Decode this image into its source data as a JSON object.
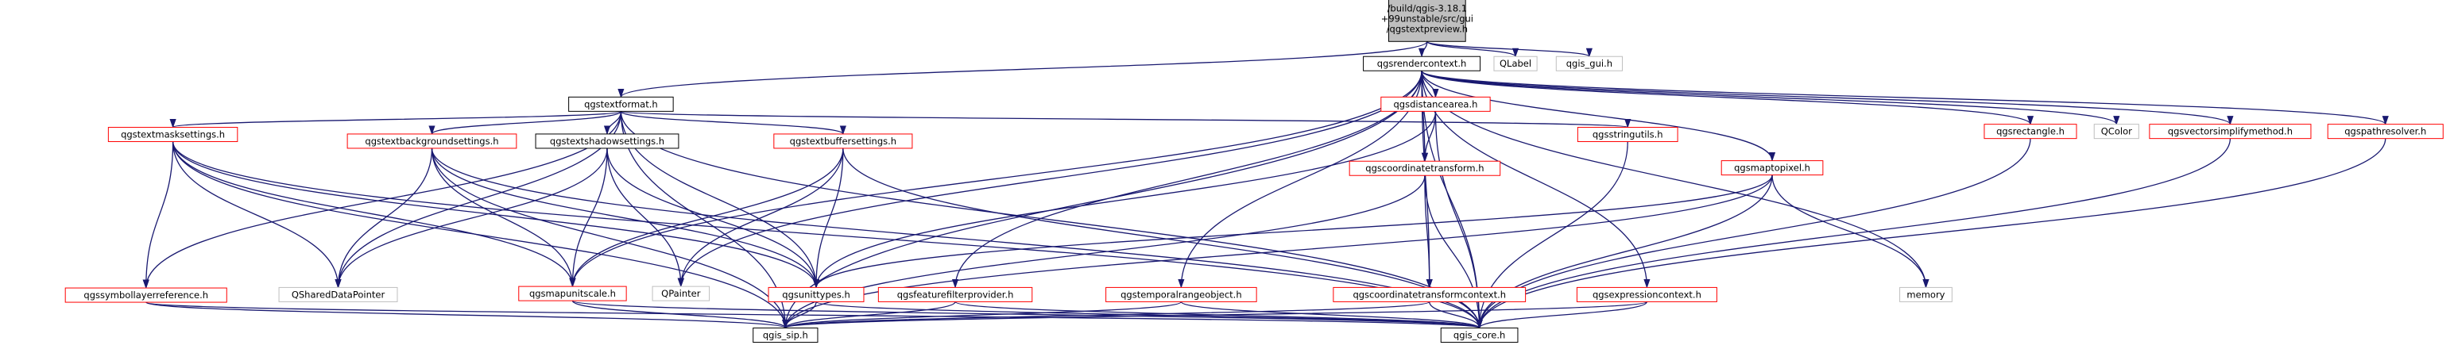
{
  "graph": {
    "root": {
      "id": "root",
      "lines": [
        "/build/qgis-3.18.1",
        "+99unstable/src/gui",
        "/qgstextpreview.h"
      ],
      "style": "root"
    },
    "nodes": [
      {
        "id": "qgsrendercontext",
        "label": "qgsrendercontext.h",
        "style": "black"
      },
      {
        "id": "QLabel",
        "label": "QLabel",
        "style": "gray"
      },
      {
        "id": "qgis_gui",
        "label": "qgis_gui.h",
        "style": "gray"
      },
      {
        "id": "qgstextformat",
        "label": "qgstextformat.h",
        "style": "black"
      },
      {
        "id": "qgsdistancearea",
        "label": "qgsdistancearea.h",
        "style": "red"
      },
      {
        "id": "qgsrectangle",
        "label": "qgsrectangle.h",
        "style": "red"
      },
      {
        "id": "QColor",
        "label": "QColor",
        "style": "gray"
      },
      {
        "id": "qgsvectorsimplifymethod",
        "label": "qgsvectorsimplifymethod.h",
        "style": "red"
      },
      {
        "id": "qgspathresolver",
        "label": "qgspathresolver.h",
        "style": "red"
      },
      {
        "id": "qgstextmasksettings",
        "label": "qgstextmasksettings.h",
        "style": "red"
      },
      {
        "id": "qgstextbackgroundsettings",
        "label": "qgstextbackgroundsettings.h",
        "style": "red"
      },
      {
        "id": "qgstextshadowsettings",
        "label": "qgstextshadowsettings.h",
        "style": "black"
      },
      {
        "id": "qgstextbuffersettings",
        "label": "qgstextbuffersettings.h",
        "style": "red"
      },
      {
        "id": "qgsstringutils",
        "label": "qgsstringutils.h",
        "style": "red"
      },
      {
        "id": "qgscoordinatetransform",
        "label": "qgscoordinatetransform.h",
        "style": "red"
      },
      {
        "id": "qgsmaptopixel",
        "label": "qgsmaptopixel.h",
        "style": "red"
      },
      {
        "id": "qgssymbollayerreference",
        "label": "qgssymbollayerreference.h",
        "style": "red"
      },
      {
        "id": "QSharedDataPointer",
        "label": "QSharedDataPointer",
        "style": "gray"
      },
      {
        "id": "qgsmapunitscale",
        "label": "qgsmapunitscale.h",
        "style": "red"
      },
      {
        "id": "QPainter",
        "label": "QPainter",
        "style": "gray"
      },
      {
        "id": "qgsunittypes",
        "label": "qgsunittypes.h",
        "style": "red"
      },
      {
        "id": "qgsfeaturefilterprovider",
        "label": "qgsfeaturefilterprovider.h",
        "style": "red"
      },
      {
        "id": "qgstemporalrangeobject",
        "label": "qgstemporalrangeobject.h",
        "style": "red"
      },
      {
        "id": "qgscoordinatetransformcontext",
        "label": "qgscoordinatetransformcontext.h",
        "style": "red"
      },
      {
        "id": "qgsexpressioncontext",
        "label": "qgsexpressioncontext.h",
        "style": "red"
      },
      {
        "id": "memory",
        "label": "memory",
        "style": "gray"
      },
      {
        "id": "qgis_sip",
        "label": "qgis_sip.h",
        "style": "black"
      },
      {
        "id": "qgis_core",
        "label": "qgis_core.h",
        "style": "black"
      }
    ],
    "edges": [
      [
        "root",
        "qgsrendercontext"
      ],
      [
        "root",
        "QLabel"
      ],
      [
        "root",
        "qgis_gui"
      ],
      [
        "root",
        "qgstextformat"
      ],
      [
        "qgsrendercontext",
        "qgsdistancearea"
      ],
      [
        "qgsrendercontext",
        "qgsrectangle"
      ],
      [
        "qgsrendercontext",
        "QColor"
      ],
      [
        "qgsrendercontext",
        "qgsvectorsimplifymethod"
      ],
      [
        "qgsrendercontext",
        "qgspathresolver"
      ],
      [
        "qgsrendercontext",
        "qgsmaptopixel"
      ],
      [
        "qgsrendercontext",
        "qgscoordinatetransform"
      ],
      [
        "qgsrendercontext",
        "qgscoordinatetransformcontext"
      ],
      [
        "qgsrendercontext",
        "qgsexpressioncontext"
      ],
      [
        "qgsrendercontext",
        "qgsfeaturefilterprovider"
      ],
      [
        "qgsrendercontext",
        "qgstemporalrangeobject"
      ],
      [
        "qgsrendercontext",
        "qgsmapunitscale"
      ],
      [
        "qgsrendercontext",
        "QPainter"
      ],
      [
        "qgsrendercontext",
        "memory"
      ],
      [
        "qgsrendercontext",
        "qgis_core"
      ],
      [
        "qgsrendercontext",
        "qgis_sip"
      ],
      [
        "qgstextformat",
        "qgstextmasksettings"
      ],
      [
        "qgstextformat",
        "qgstextbackgroundsettings"
      ],
      [
        "qgstextformat",
        "qgstextshadowsettings"
      ],
      [
        "qgstextformat",
        "qgstextbuffersettings"
      ],
      [
        "qgstextformat",
        "qgsstringutils"
      ],
      [
        "qgstextformat",
        "QSharedDataPointer"
      ],
      [
        "qgstextformat",
        "qgsunittypes"
      ],
      [
        "qgstextformat",
        "qgssymbollayerreference"
      ],
      [
        "qgstextformat",
        "qgis_sip"
      ],
      [
        "qgstextformat",
        "qgis_core"
      ],
      [
        "qgsdistancearea",
        "qgscoordinatetransform"
      ],
      [
        "qgsdistancearea",
        "qgsunittypes"
      ],
      [
        "qgsdistancearea",
        "qgis_core"
      ],
      [
        "qgsrectangle",
        "qgis_core"
      ],
      [
        "qgsvectorsimplifymethod",
        "qgis_core"
      ],
      [
        "qgspathresolver",
        "qgis_core"
      ],
      [
        "qgstextmasksettings",
        "qgssymbollayerreference"
      ],
      [
        "qgstextmasksettings",
        "QSharedDataPointer"
      ],
      [
        "qgstextmasksettings",
        "qgsunittypes"
      ],
      [
        "qgstextmasksettings",
        "qgsmapunitscale"
      ],
      [
        "qgstextmasksettings",
        "qgis_sip"
      ],
      [
        "qgstextmasksettings",
        "qgis_core"
      ],
      [
        "qgstextbackgroundsettings",
        "QSharedDataPointer"
      ],
      [
        "qgstextbackgroundsettings",
        "qgsmapunitscale"
      ],
      [
        "qgstextbackgroundsettings",
        "qgsunittypes"
      ],
      [
        "qgstextbackgroundsettings",
        "qgis_sip"
      ],
      [
        "qgstextbackgroundsettings",
        "qgis_core"
      ],
      [
        "qgstextshadowsettings",
        "QSharedDataPointer"
      ],
      [
        "qgstextshadowsettings",
        "qgsmapunitscale"
      ],
      [
        "qgstextshadowsettings",
        "QPainter"
      ],
      [
        "qgstextshadowsettings",
        "qgsunittypes"
      ],
      [
        "qgstextbuffersettings",
        "QPainter"
      ],
      [
        "qgstextbuffersettings",
        "qgsunittypes"
      ],
      [
        "qgstextbuffersettings",
        "qgsmapunitscale"
      ],
      [
        "qgstextbuffersettings",
        "qgis_core"
      ],
      [
        "qgsstringutils",
        "qgis_core"
      ],
      [
        "qgscoordinatetransform",
        "qgscoordinatetransformcontext"
      ],
      [
        "qgscoordinatetransform",
        "qgis_core"
      ],
      [
        "qgscoordinatetransform",
        "qgis_sip"
      ],
      [
        "qgsmaptopixel",
        "qgsunittypes"
      ],
      [
        "qgsmaptopixel",
        "memory"
      ],
      [
        "qgsmaptopixel",
        "qgis_core"
      ],
      [
        "qgsmaptopixel",
        "qgis_sip"
      ],
      [
        "qgssymbollayerreference",
        "qgis_sip"
      ],
      [
        "qgssymbollayerreference",
        "qgis_core"
      ],
      [
        "qgsmapunitscale",
        "qgis_sip"
      ],
      [
        "qgsmapunitscale",
        "qgis_core"
      ],
      [
        "qgsunittypes",
        "qgis_sip"
      ],
      [
        "qgsunittypes",
        "qgis_core"
      ],
      [
        "qgsfeaturefilterprovider",
        "qgis_sip"
      ],
      [
        "qgsfeaturefilterprovider",
        "qgis_core"
      ],
      [
        "qgstemporalrangeobject",
        "qgis_sip"
      ],
      [
        "qgstemporalrangeobject",
        "qgis_core"
      ],
      [
        "qgscoordinatetransformcontext",
        "qgis_sip"
      ],
      [
        "qgscoordinatetransformcontext",
        "qgis_core"
      ],
      [
        "qgsexpressioncontext",
        "qgis_sip"
      ],
      [
        "qgsexpressioncontext",
        "qgis_core"
      ]
    ],
    "colors": {
      "edge": "#191970",
      "root_fill": "#bfbfbf",
      "node_fill": "#ffffff",
      "border_black": "#000000",
      "border_red": "#ff0000",
      "border_gray": "#bfbfbf",
      "text": "#000000"
    }
  }
}
